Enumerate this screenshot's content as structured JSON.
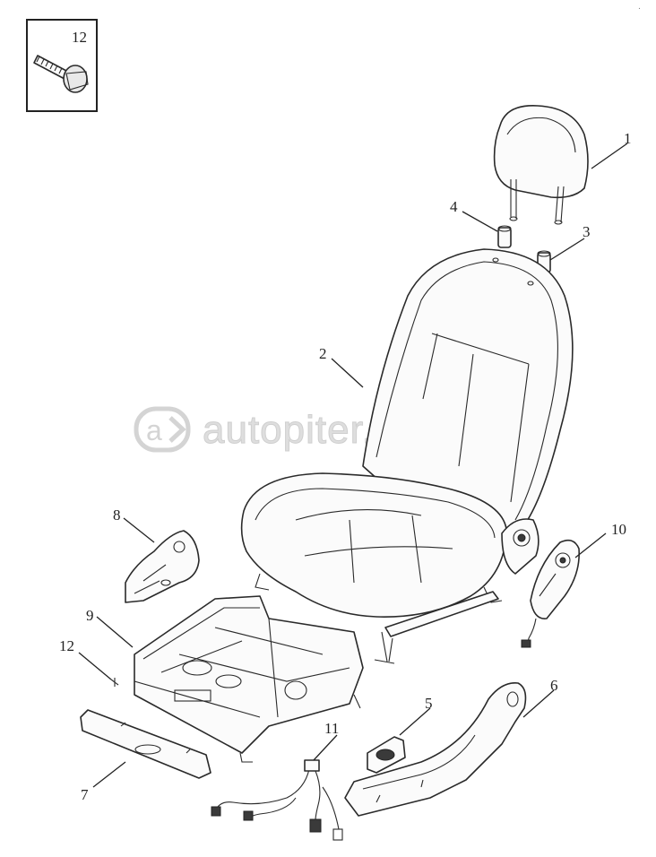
{
  "watermark": {
    "brand": "autopiter.ru"
  },
  "inset": {
    "number": "12"
  },
  "callouts": {
    "c1": "1",
    "c2": "2",
    "c3": "3",
    "c4": "4",
    "c5": "5",
    "c6": "6",
    "c7": "7",
    "c8": "8",
    "c9": "9",
    "c10": "10",
    "c11": "11",
    "c12": "12"
  },
  "corner_mark": "."
}
